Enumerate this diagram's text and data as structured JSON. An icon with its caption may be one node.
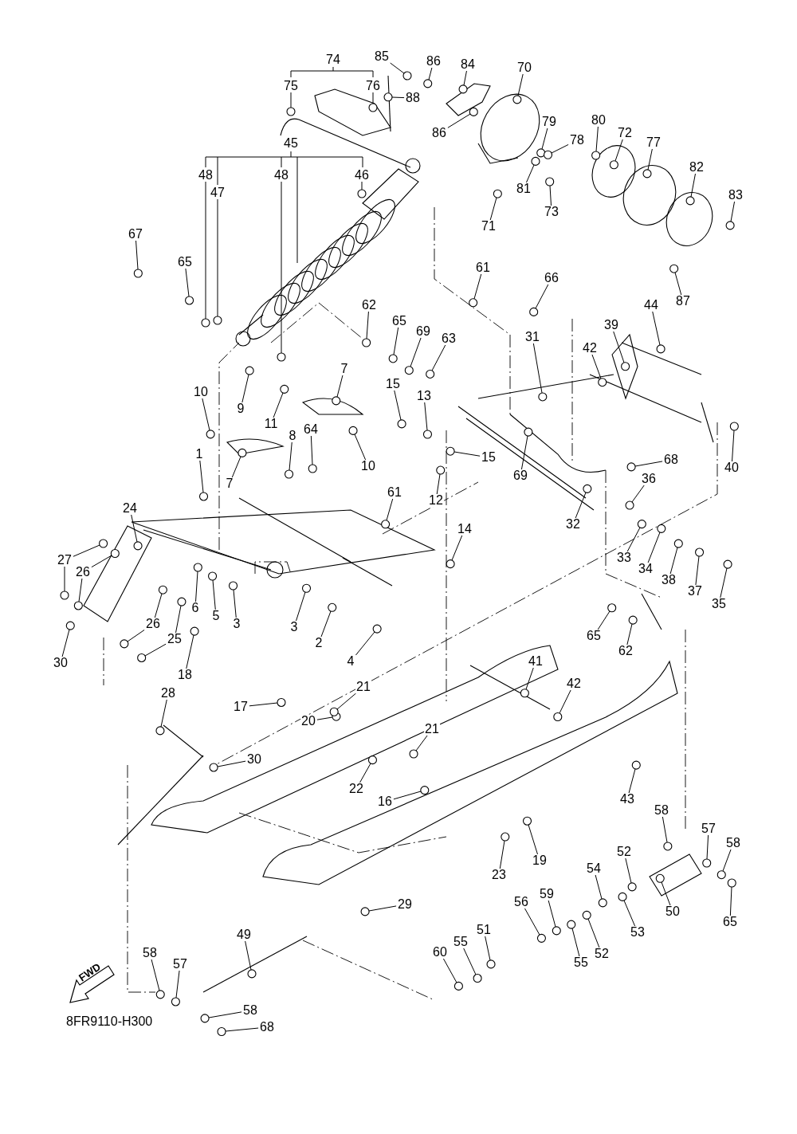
{
  "diagram": {
    "nodes": [
      {
        "text": [
          "74"
        ]
      },
      {
        "text": [
          "75"
        ]
      },
      {
        "text": [
          "76"
        ]
      },
      {
        "text": [
          "85"
        ]
      },
      {
        "text": [
          "86"
        ]
      },
      {
        "text": [
          "84"
        ]
      },
      {
        "text": [
          "88"
        ]
      },
      {
        "text": [
          "70"
        ]
      },
      {
        "text": [
          "86"
        ]
      },
      {
        "text": [
          "79"
        ]
      },
      {
        "text": [
          "78"
        ]
      },
      {
        "text": [
          "80"
        ]
      },
      {
        "text": [
          "72"
        ]
      },
      {
        "text": [
          "77"
        ]
      },
      {
        "text": [
          "82"
        ]
      },
      {
        "text": [
          "83"
        ]
      },
      {
        "text": [
          "71"
        ]
      },
      {
        "text": [
          "81"
        ]
      },
      {
        "text": [
          "73"
        ]
      },
      {
        "text": [
          "45"
        ]
      },
      {
        "text": [
          "48"
        ]
      },
      {
        "text": [
          "47"
        ]
      },
      {
        "text": [
          "48"
        ]
      },
      {
        "text": [
          "46"
        ]
      },
      {
        "text": [
          "67"
        ]
      },
      {
        "text": [
          "65"
        ]
      },
      {
        "text": [
          "61"
        ]
      },
      {
        "text": [
          "66"
        ]
      },
      {
        "text": [
          "62"
        ]
      },
      {
        "text": [
          "65"
        ]
      },
      {
        "text": [
          "69"
        ]
      },
      {
        "text": [
          "63"
        ]
      },
      {
        "text": [
          "31"
        ]
      },
      {
        "text": [
          "42"
        ]
      },
      {
        "text": [
          "39"
        ]
      },
      {
        "text": [
          "44"
        ]
      },
      {
        "text": [
          "87"
        ]
      },
      {
        "text": [
          "9"
        ]
      },
      {
        "text": [
          "11"
        ]
      },
      {
        "text": [
          "7"
        ]
      },
      {
        "text": [
          "10"
        ]
      },
      {
        "text": [
          "15"
        ]
      },
      {
        "text": [
          "13"
        ]
      },
      {
        "text": [
          "10"
        ]
      },
      {
        "text": [
          "8"
        ]
      },
      {
        "text": [
          "64"
        ]
      },
      {
        "text": [
          "7"
        ]
      },
      {
        "text": [
          "1"
        ]
      },
      {
        "text": [
          "15"
        ]
      },
      {
        "text": [
          "12"
        ]
      },
      {
        "text": [
          "61"
        ]
      },
      {
        "text": [
          "14"
        ]
      },
      {
        "text": [
          "69"
        ]
      },
      {
        "text": [
          "68"
        ]
      },
      {
        "text": [
          "40"
        ]
      },
      {
        "text": [
          "32"
        ]
      },
      {
        "text": [
          "36"
        ]
      },
      {
        "text": [
          "24"
        ]
      },
      {
        "text": [
          "27"
        ]
      },
      {
        "text": [
          "26"
        ]
      },
      {
        "text": [
          "26"
        ]
      },
      {
        "text": [
          "25"
        ]
      },
      {
        "text": [
          "30"
        ]
      },
      {
        "text": [
          "6"
        ]
      },
      {
        "text": [
          "5"
        ]
      },
      {
        "text": [
          "3"
        ]
      },
      {
        "text": [
          "3"
        ]
      },
      {
        "text": [
          "2"
        ]
      },
      {
        "text": [
          "4"
        ]
      },
      {
        "text": [
          "33"
        ]
      },
      {
        "text": [
          "34"
        ]
      },
      {
        "text": [
          "38"
        ]
      },
      {
        "text": [
          "37"
        ]
      },
      {
        "text": [
          "35"
        ]
      },
      {
        "text": [
          "18"
        ]
      },
      {
        "text": [
          "17"
        ]
      },
      {
        "text": [
          "28"
        ]
      },
      {
        "text": [
          "20"
        ]
      },
      {
        "text": [
          "21"
        ]
      },
      {
        "text": [
          "65"
        ]
      },
      {
        "text": [
          "62"
        ]
      },
      {
        "text": [
          "41"
        ]
      },
      {
        "text": [
          "42"
        ]
      },
      {
        "text": [
          "30"
        ]
      },
      {
        "text": [
          "22"
        ]
      },
      {
        "text": [
          "16"
        ]
      },
      {
        "text": [
          "21"
        ]
      },
      {
        "text": [
          "43"
        ]
      },
      {
        "text": [
          "29"
        ]
      },
      {
        "text": [
          "19"
        ]
      },
      {
        "text": [
          "23"
        ]
      },
      {
        "text": [
          "58"
        ]
      },
      {
        "text": [
          "57"
        ]
      },
      {
        "text": [
          "58"
        ]
      },
      {
        "text": [
          "65"
        ]
      },
      {
        "text": [
          "50"
        ]
      },
      {
        "text": [
          "52"
        ]
      },
      {
        "text": [
          "53"
        ]
      },
      {
        "text": [
          "54"
        ]
      },
      {
        "text": [
          "52"
        ]
      },
      {
        "text": [
          "55"
        ]
      },
      {
        "text": [
          "59"
        ]
      },
      {
        "text": [
          "56"
        ]
      },
      {
        "text": [
          "51"
        ]
      },
      {
        "text": [
          "55"
        ]
      },
      {
        "text": [
          "60"
        ]
      },
      {
        "text": [
          "49"
        ]
      },
      {
        "text": [
          "58"
        ]
      },
      {
        "text": [
          "57"
        ]
      },
      {
        "text": [
          "58"
        ]
      },
      {
        "text": [
          "68"
        ]
      },
      {
        "text": [],
        "shape": "circle"
      },
      {
        "text": [],
        "shape": "circle"
      },
      {
        "text": [],
        "shape": "circle"
      },
      {
        "text": [],
        "shape": "circle"
      },
      {
        "text": [],
        "shape": "circle"
      },
      {
        "text": [],
        "shape": "circle"
      },
      {
        "text": [],
        "shape": "circle"
      },
      {
        "text": [],
        "shape": "circle"
      },
      {
        "text": [],
        "shape": "circle"
      },
      {
        "text": [],
        "shape": "circle"
      },
      {
        "text": [],
        "shape": "circle"
      },
      {
        "text": [],
        "shape": "circle"
      },
      {
        "text": [],
        "shape": "circle"
      },
      {
        "text": [],
        "shape": "circle"
      },
      {
        "text": [],
        "shape": "circle"
      },
      {
        "text": [],
        "shape": "circle"
      },
      {
        "text": [],
        "shape": "circle"
      },
      {
        "text": [],
        "shape": "circle"
      },
      {
        "text": [],
        "shape": "circle"
      },
      {
        "text": [],
        "shape": "circle"
      },
      {
        "text": [],
        "shape": "circle"
      },
      {
        "text": [],
        "shape": "circle"
      },
      {
        "text": [],
        "shape": "circle"
      },
      {
        "text": [],
        "shape": "circle"
      },
      {
        "text": [],
        "shape": "circle"
      },
      {
        "text": [],
        "shape": "circle"
      },
      {
        "text": [],
        "shape": "circle"
      },
      {
        "text": [],
        "shape": "circle"
      },
      {
        "text": [],
        "shape": "circle"
      },
      {
        "text": [],
        "shape": "circle"
      },
      {
        "text": [],
        "shape": "circle"
      },
      {
        "text": [],
        "shape": "circle"
      },
      {
        "text": [],
        "shape": "circle"
      },
      {
        "text": [],
        "shape": "circle"
      },
      {
        "text": [],
        "shape": "circle"
      },
      {
        "text": [],
        "shape": "circle"
      },
      {
        "text": [],
        "shape": "circle"
      },
      {
        "text": [],
        "shape": "circle"
      },
      {
        "text": [],
        "shape": "circle"
      },
      {
        "text": [],
        "shape": "circle"
      },
      {
        "text": [],
        "shape": "circle"
      },
      {
        "text": [],
        "shape": "circle"
      },
      {
        "text": [],
        "shape": "circle"
      },
      {
        "text": [],
        "shape": "circle"
      },
      {
        "text": [],
        "shape": "circle"
      },
      {
        "text": [],
        "shape": "circle"
      },
      {
        "text": [],
        "shape": "circle"
      },
      {
        "text": [],
        "shape": "circle"
      },
      {
        "text": [],
        "shape": "circle"
      },
      {
        "text": [],
        "shape": "circle"
      },
      {
        "text": [],
        "shape": "circle"
      },
      {
        "text": [],
        "shape": "circle"
      },
      {
        "text": [],
        "shape": "circle"
      },
      {
        "text": [],
        "shape": "circle"
      },
      {
        "text": [],
        "shape": "circle"
      },
      {
        "text": [],
        "shape": "circle"
      },
      {
        "text": [],
        "shape": "circle"
      },
      {
        "text": [],
        "shape": "circle"
      },
      {
        "text": [],
        "shape": "circle"
      },
      {
        "text": [],
        "shape": "circle"
      },
      {
        "text": [],
        "shape": "circle"
      },
      {
        "text": [],
        "shape": "circle"
      },
      {
        "text": [],
        "shape": "circle"
      },
      {
        "text": [],
        "shape": "circle"
      },
      {
        "text": [],
        "shape": "circle"
      },
      {
        "text": [],
        "shape": "circle"
      },
      {
        "text": [],
        "shape": "circle"
      },
      {
        "text": [],
        "shape": "circle"
      },
      {
        "text": [],
        "shape": "circle"
      },
      {
        "text": [],
        "shape": "circle"
      },
      {
        "text": [],
        "shape": "circle"
      },
      {
        "text": [],
        "shape": "circle"
      },
      {
        "text": [],
        "shape": "circle"
      },
      {
        "text": [],
        "shape": "circle"
      },
      {
        "text": [],
        "shape": "circle"
      },
      {
        "text": [],
        "shape": "circle"
      },
      {
        "text": [],
        "shape": "circle"
      },
      {
        "text": [],
        "shape": "circle"
      },
      {
        "text": [],
        "shape": "circle"
      },
      {
        "text": [],
        "shape": "circle"
      },
      {
        "text": [],
        "shape": "circle"
      },
      {
        "text": [],
        "shape": "circle"
      },
      {
        "text": [],
        "shape": "circle"
      },
      {
        "text": [],
        "shape": "circle"
      },
      {
        "text": [],
        "shape": "circle"
      },
      {
        "text": [],
        "shape": "circle"
      },
      {
        "text": [],
        "shape": "circle"
      },
      {
        "text": [],
        "shape": "circle"
      },
      {
        "text": [],
        "shape": "circle"
      },
      {
        "text": [],
        "shape": "circle"
      },
      {
        "text": [],
        "shape": "circle"
      },
      {
        "text": [],
        "shape": "circle"
      },
      {
        "text": [],
        "shape": "circle"
      },
      {
        "text": [],
        "shape": "circle"
      },
      {
        "text": [],
        "shape": "circle"
      },
      {
        "text": [],
        "shape": "circle"
      },
      {
        "text": [],
        "shape": "circle"
      },
      {
        "text": [],
        "shape": "circle"
      },
      {
        "text": [],
        "shape": "circle"
      },
      {
        "text": [],
        "shape": "circle"
      },
      {
        "text": [],
        "shape": "circle"
      },
      {
        "text": [],
        "shape": "circle"
      },
      {
        "text": [],
        "shape": "circle"
      },
      {
        "text": [],
        "shape": "circle"
      },
      {
        "text": [],
        "shape": "circle"
      },
      {
        "text": [],
        "shape": "circle"
      },
      {
        "text": [],
        "shape": "circle"
      },
      {
        "text": [],
        "shape": "circle"
      },
      {
        "text": [],
        "shape": "circle"
      },
      {
        "text": [],
        "shape": "circle"
      },
      {
        "text": [],
        "shape": "circle"
      },
      {
        "text": [],
        "shape": "circle"
      },
      {
        "text": [],
        "shape": "circle"
      }
    ],
    "edges": [
      {
        "from": 1,
        "to": 111,
        "arrow": "none"
      },
      {
        "from": 2,
        "to": 112,
        "arrow": "none"
      },
      {
        "from": 3,
        "to": 113,
        "arrow": "none"
      },
      {
        "from": 4,
        "to": 114,
        "arrow": "none"
      },
      {
        "from": 5,
        "to": 115,
        "arrow": "none"
      },
      {
        "from": 6,
        "to": 116,
        "arrow": "none"
      },
      {
        "from": 7,
        "to": 117,
        "arrow": "none"
      },
      {
        "from": 8,
        "to": 118,
        "arrow": "none"
      },
      {
        "from": 9,
        "to": 119,
        "arrow": "none"
      },
      {
        "from": 10,
        "to": 120,
        "arrow": "none"
      },
      {
        "from": 11,
        "to": 121,
        "arrow": "none"
      },
      {
        "from": 12,
        "to": 122,
        "arrow": "none"
      },
      {
        "from": 13,
        "to": 123,
        "arrow": "none"
      },
      {
        "from": 14,
        "to": 124,
        "arrow": "none"
      },
      {
        "from": 15,
        "to": 125,
        "arrow": "none"
      },
      {
        "from": 16,
        "to": 126,
        "arrow": "none"
      },
      {
        "from": 17,
        "to": 127,
        "arrow": "none"
      },
      {
        "from": 18,
        "to": 128,
        "arrow": "none"
      },
      {
        "from": 20,
        "to": 129,
        "arrow": "none"
      },
      {
        "from": 21,
        "to": 130,
        "arrow": "none"
      },
      {
        "from": 22,
        "to": 131,
        "arrow": "none"
      },
      {
        "from": 23,
        "to": 132,
        "arrow": "none"
      },
      {
        "from": 24,
        "to": 133,
        "arrow": "none"
      },
      {
        "from": 25,
        "to": 134,
        "arrow": "none"
      },
      {
        "from": 26,
        "to": 135,
        "arrow": "none"
      },
      {
        "from": 27,
        "to": 136,
        "arrow": "none"
      },
      {
        "from": 28,
        "to": 137,
        "arrow": "none"
      },
      {
        "from": 29,
        "to": 138,
        "arrow": "none"
      },
      {
        "from": 30,
        "to": 139,
        "arrow": "none"
      },
      {
        "from": 31,
        "to": 140,
        "arrow": "none"
      },
      {
        "from": 32,
        "to": 141,
        "arrow": "none"
      },
      {
        "from": 33,
        "to": 142,
        "arrow": "none"
      },
      {
        "from": 34,
        "to": 143,
        "arrow": "none"
      },
      {
        "from": 35,
        "to": 144,
        "arrow": "none"
      },
      {
        "from": 36,
        "to": 145,
        "arrow": "none"
      },
      {
        "from": 37,
        "to": 146,
        "arrow": "none"
      },
      {
        "from": 38,
        "to": 147,
        "arrow": "none"
      },
      {
        "from": 39,
        "to": 148,
        "arrow": "none"
      },
      {
        "from": 40,
        "to": 149,
        "arrow": "none"
      },
      {
        "from": 41,
        "to": 150,
        "arrow": "none"
      },
      {
        "from": 42,
        "to": 151,
        "arrow": "none"
      },
      {
        "from": 43,
        "to": 152,
        "arrow": "none"
      },
      {
        "from": 44,
        "to": 153,
        "arrow": "none"
      },
      {
        "from": 45,
        "to": 154,
        "arrow": "none"
      },
      {
        "from": 46,
        "to": 155,
        "arrow": "none"
      },
      {
        "from": 47,
        "to": 156,
        "arrow": "none"
      },
      {
        "from": 48,
        "to": 157,
        "arrow": "none"
      },
      {
        "from": 49,
        "to": 158,
        "arrow": "none"
      },
      {
        "from": 50,
        "to": 159,
        "arrow": "none"
      },
      {
        "from": 51,
        "to": 160,
        "arrow": "none"
      },
      {
        "from": 52,
        "to": 161,
        "arrow": "none"
      },
      {
        "from": 53,
        "to": 162,
        "arrow": "none"
      },
      {
        "from": 54,
        "to": 163,
        "arrow": "none"
      },
      {
        "from": 55,
        "to": 164,
        "arrow": "none"
      },
      {
        "from": 56,
        "to": 165,
        "arrow": "none"
      },
      {
        "from": 57,
        "to": 166,
        "arrow": "none"
      },
      {
        "from": 58,
        "to": 167,
        "arrow": "none"
      },
      {
        "from": 58,
        "to": 168,
        "arrow": "none"
      },
      {
        "from": 59,
        "to": 169,
        "arrow": "none"
      },
      {
        "from": 59,
        "to": 170,
        "arrow": "none"
      },
      {
        "from": 60,
        "to": 171,
        "arrow": "none"
      },
      {
        "from": 60,
        "to": 172,
        "arrow": "none"
      },
      {
        "from": 61,
        "to": 173,
        "arrow": "none"
      },
      {
        "from": 61,
        "to": 174,
        "arrow": "none"
      },
      {
        "from": 62,
        "to": 175,
        "arrow": "none"
      },
      {
        "from": 63,
        "to": 176,
        "arrow": "none"
      },
      {
        "from": 64,
        "to": 177,
        "arrow": "none"
      },
      {
        "from": 65,
        "to": 178,
        "arrow": "none"
      },
      {
        "from": 66,
        "to": 179,
        "arrow": "none"
      },
      {
        "from": 67,
        "to": 180,
        "arrow": "none"
      },
      {
        "from": 68,
        "to": 181,
        "arrow": "none"
      },
      {
        "from": 69,
        "to": 182,
        "arrow": "none"
      },
      {
        "from": 70,
        "to": 183,
        "arrow": "none"
      },
      {
        "from": 71,
        "to": 184,
        "arrow": "none"
      },
      {
        "from": 72,
        "to": 185,
        "arrow": "none"
      },
      {
        "from": 73,
        "to": 186,
        "arrow": "none"
      },
      {
        "from": 74,
        "to": 187,
        "arrow": "none"
      },
      {
        "from": 75,
        "to": 188,
        "arrow": "none"
      },
      {
        "from": 76,
        "to": 189,
        "arrow": "none"
      },
      {
        "from": 77,
        "to": 190,
        "arrow": "none"
      },
      {
        "from": 78,
        "to": 191,
        "arrow": "none"
      },
      {
        "from": 79,
        "to": 192,
        "arrow": "none"
      },
      {
        "from": 80,
        "to": 193,
        "arrow": "none"
      },
      {
        "from": 81,
        "to": 194,
        "arrow": "none"
      },
      {
        "from": 82,
        "to": 195,
        "arrow": "none"
      },
      {
        "from": 83,
        "to": 196,
        "arrow": "none"
      },
      {
        "from": 84,
        "to": 197,
        "arrow": "none"
      },
      {
        "from": 85,
        "to": 198,
        "arrow": "none"
      },
      {
        "from": 86,
        "to": 199,
        "arrow": "none"
      },
      {
        "from": 87,
        "to": 200,
        "arrow": "none"
      },
      {
        "from": 88,
        "to": 201,
        "arrow": "none"
      },
      {
        "from": 89,
        "to": 202,
        "arrow": "none"
      },
      {
        "from": 90,
        "to": 203,
        "arrow": "none"
      },
      {
        "from": 91,
        "to": 204,
        "arrow": "none"
      },
      {
        "from": 92,
        "to": 205,
        "arrow": "none"
      },
      {
        "from": 93,
        "to": 206,
        "arrow": "none"
      },
      {
        "from": 94,
        "to": 207,
        "arrow": "none"
      },
      {
        "from": 95,
        "to": 208,
        "arrow": "none"
      },
      {
        "from": 96,
        "to": 209,
        "arrow": "none"
      },
      {
        "from": 97,
        "to": 210,
        "arrow": "none"
      },
      {
        "from": 98,
        "to": 211,
        "arrow": "none"
      },
      {
        "from": 99,
        "to": 212,
        "arrow": "none"
      },
      {
        "from": 100,
        "to": 213,
        "arrow": "none"
      },
      {
        "from": 101,
        "to": 214,
        "arrow": "none"
      },
      {
        "from": 102,
        "to": 215,
        "arrow": "none"
      },
      {
        "from": 103,
        "to": 216,
        "arrow": "none"
      },
      {
        "from": 104,
        "to": 217,
        "arrow": "none"
      },
      {
        "from": 105,
        "to": 218,
        "arrow": "none"
      },
      {
        "from": 106,
        "to": 219,
        "arrow": "none"
      },
      {
        "from": 107,
        "to": 220,
        "arrow": "none"
      },
      {
        "from": 108,
        "to": 221,
        "arrow": "none"
      },
      {
        "from": 109,
        "to": 222,
        "arrow": "none"
      },
      {
        "from": 110,
        "to": 223,
        "arrow": "none"
      }
    ],
    "labels": [
      "FWD",
      "8FR9110-H300"
    ]
  }
}
